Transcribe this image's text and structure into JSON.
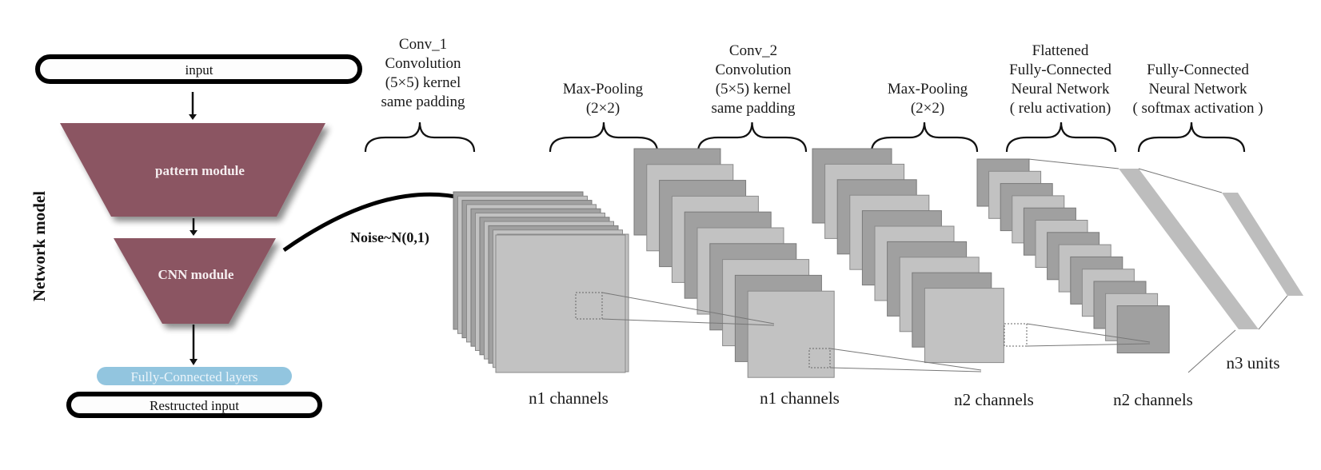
{
  "left_panel": {
    "side_label": "Network model",
    "input_label": "input",
    "pattern_module_label": "pattern module",
    "cnn_module_label": "CNN  module",
    "fc_layers_label": "Fully-Connected layers",
    "output_label": "Restructed input"
  },
  "noise_label": "Noise~N(0,1)",
  "stages": [
    {
      "id": "conv1",
      "lines": [
        "Conv_1",
        "Convolution",
        "(5×5) kernel",
        "same padding"
      ]
    },
    {
      "id": "pool1",
      "lines": [
        "Max-Pooling",
        "(2×2)"
      ]
    },
    {
      "id": "conv2",
      "lines": [
        "Conv_2",
        "Convolution",
        "(5×5) kernel",
        "same padding"
      ]
    },
    {
      "id": "pool2",
      "lines": [
        "Max-Pooling",
        "(2×2)"
      ]
    },
    {
      "id": "fc1",
      "lines": [
        "Flattened",
        "Fully-Connected",
        "Neural Network",
        "( relu activation)"
      ]
    },
    {
      "id": "fc2",
      "lines": [
        "Fully-Connected",
        "Neural Network",
        "( softmax activation )"
      ]
    }
  ],
  "bottom_labels": [
    "n1 channels",
    "n1 channels",
    "n2 channels",
    "n2 channels",
    "n3 units"
  ],
  "colors": {
    "module_fill": "#8b5562",
    "fc_layers_fill": "#92c5df",
    "feature_dark": "#a0a0a0",
    "feature_light": "#c2c2c2",
    "dense_layer": "#bdbdbd"
  }
}
